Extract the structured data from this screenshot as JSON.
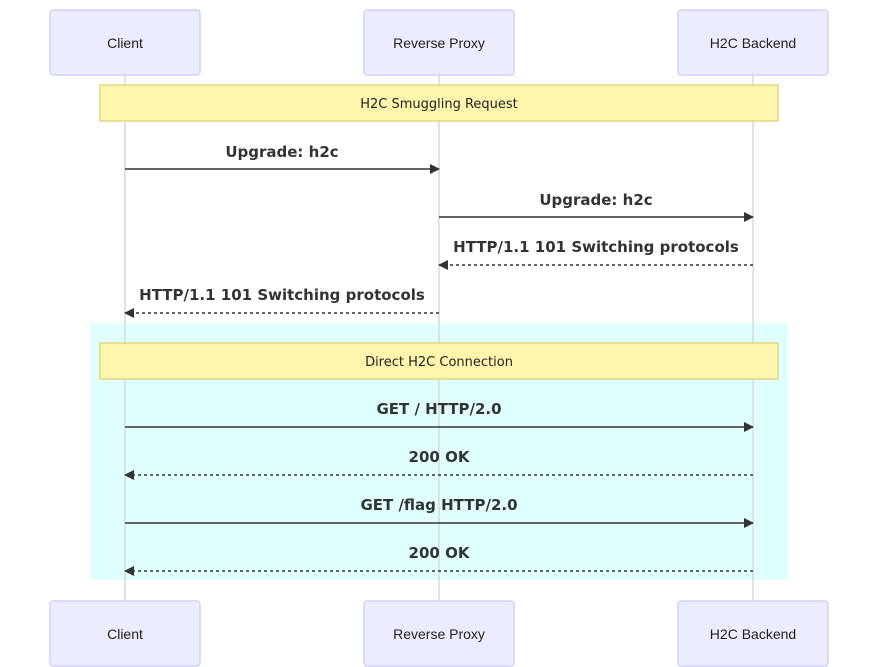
{
  "participants": [
    {
      "id": "client",
      "label": "Client"
    },
    {
      "id": "proxy",
      "label": "Reverse Proxy"
    },
    {
      "id": "backend",
      "label": "H2C Backend"
    }
  ],
  "highlight_region": {
    "color": "#e0ffff"
  },
  "notes": [
    {
      "text": "H2C Smuggling Request",
      "over": [
        "client",
        "backend"
      ]
    },
    {
      "text": "Direct H2C Connection",
      "over": [
        "client",
        "backend"
      ]
    }
  ],
  "messages": [
    {
      "from": "client",
      "to": "proxy",
      "text": "Upgrade: h2c",
      "style": "solid"
    },
    {
      "from": "proxy",
      "to": "backend",
      "text": "Upgrade: h2c",
      "style": "solid"
    },
    {
      "from": "backend",
      "to": "proxy",
      "text": "HTTP/1.1 101 Switching protocols",
      "style": "dashed"
    },
    {
      "from": "proxy",
      "to": "client",
      "text": "HTTP/1.1 101 Switching protocols",
      "style": "dashed"
    },
    {
      "from": "client",
      "to": "backend",
      "text": "GET / HTTP/2.0",
      "style": "solid"
    },
    {
      "from": "backend",
      "to": "client",
      "text": "200 OK",
      "style": "dashed"
    },
    {
      "from": "client",
      "to": "backend",
      "text": "GET /flag HTTP/2.0",
      "style": "solid"
    },
    {
      "from": "backend",
      "to": "client",
      "text": "200 OK",
      "style": "dashed"
    }
  ],
  "colors": {
    "actor_fill": "#ECECFF",
    "note_fill": "#FFF5AD",
    "line": "#333333"
  }
}
